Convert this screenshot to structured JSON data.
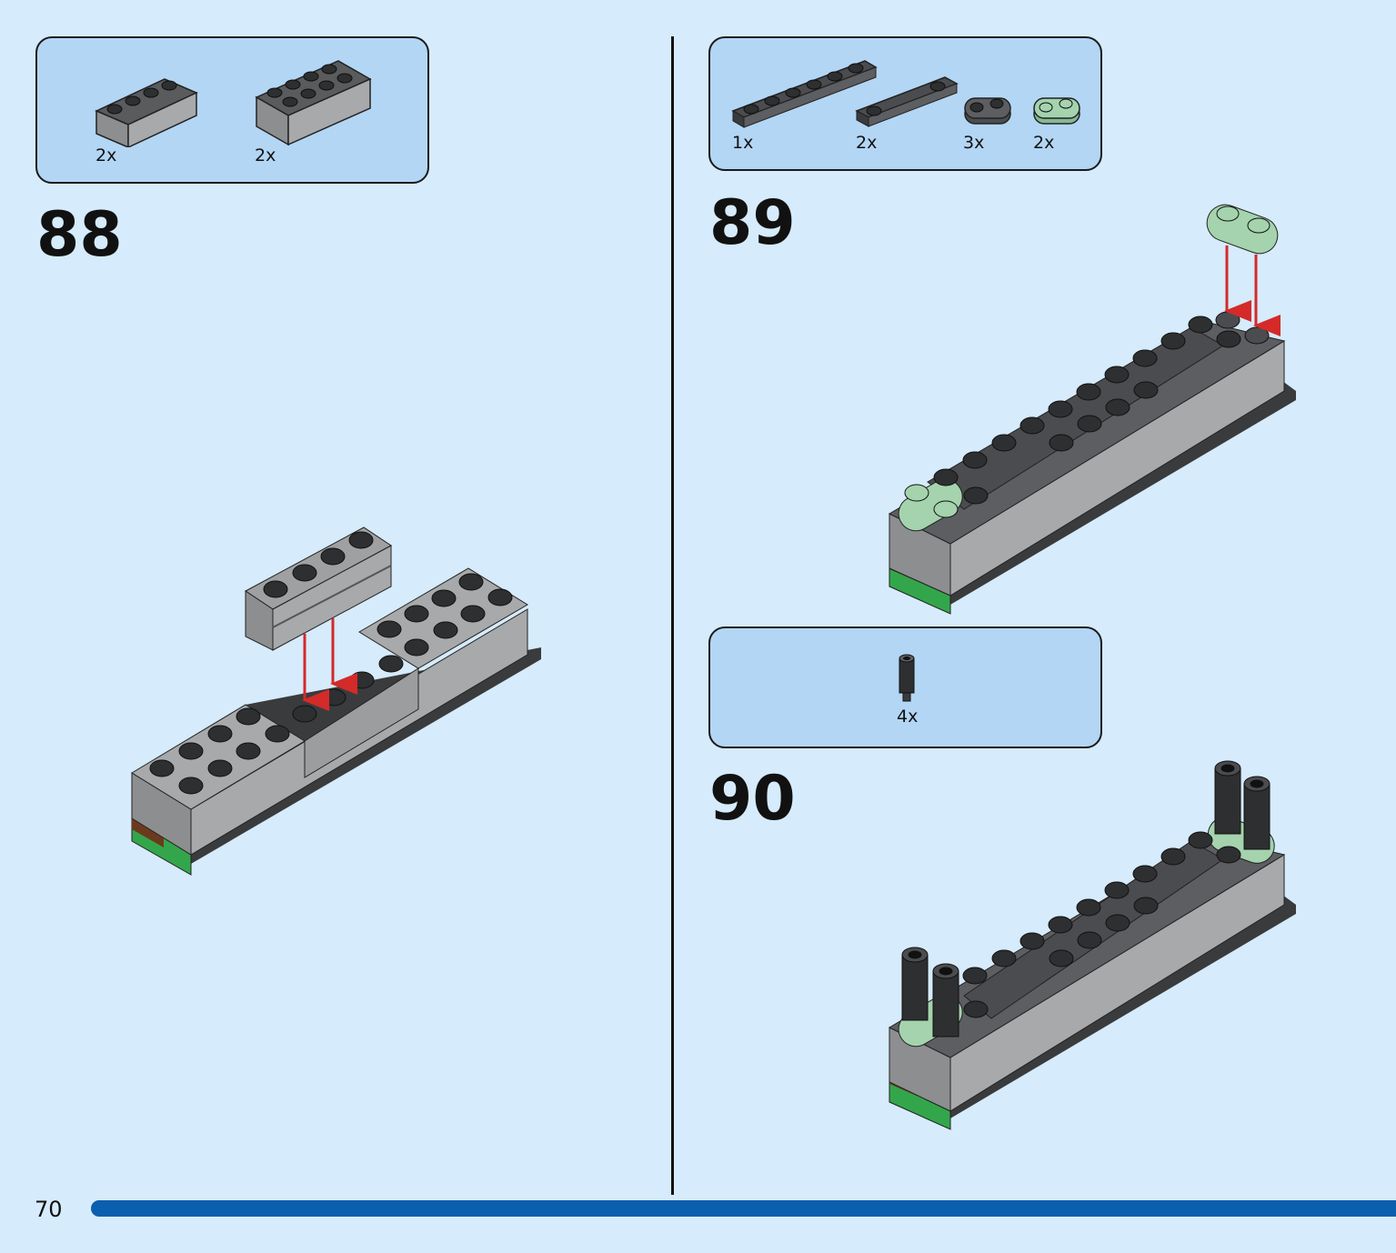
{
  "page": {
    "number": "70"
  },
  "steps": [
    {
      "number": "88",
      "parts": [
        {
          "name": "brick-1x4-masonry",
          "qty": "2x"
        },
        {
          "name": "brick-2x4",
          "qty": "2x"
        }
      ]
    },
    {
      "number": "89",
      "parts": [
        {
          "name": "plate-1x6",
          "qty": "1x"
        },
        {
          "name": "tile-1x4-with-studs",
          "qty": "2x"
        },
        {
          "name": "plate-1x2-rounded-dark",
          "qty": "3x"
        },
        {
          "name": "plate-1x2-rounded-sand-green",
          "qty": "2x"
        }
      ]
    },
    {
      "number": "90",
      "parts": [
        {
          "name": "bar-holder-post",
          "qty": "4x"
        }
      ]
    }
  ],
  "colors": {
    "background": "#d6ebfb",
    "parts_box": "#b3d6f5",
    "arrow": "#d42a2a",
    "light_grey": "#9fa0a2",
    "dark_grey": "#4b4c4f",
    "sand_green": "#a4d3ae",
    "green": "#33a64b",
    "progress_bar": "#0a5fae"
  }
}
